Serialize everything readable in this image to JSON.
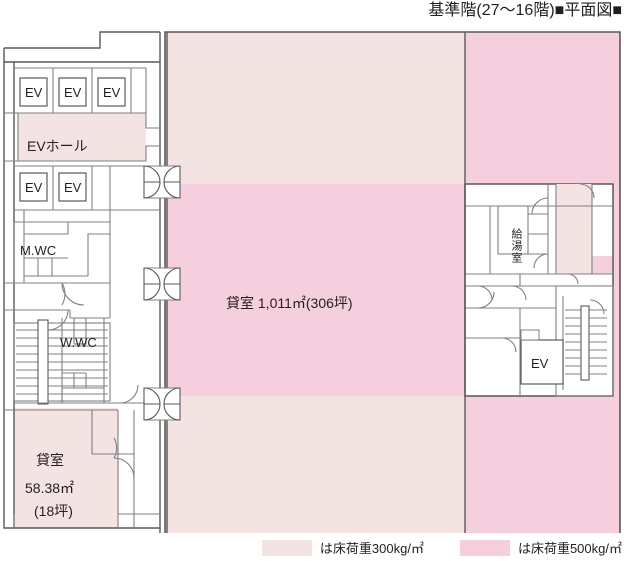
{
  "title": "基準階(27〜16階)■平面図■",
  "plan": {
    "rooms": {
      "ev_hall": "EVホール",
      "mens_wc": "M.WC",
      "womens_wc": "W.WC",
      "pantry": "給湯室",
      "main_room_label": "貸室 1,011㎡(306坪)",
      "sub_room_label": "貸室",
      "sub_room_area": "58.38㎡",
      "sub_room_tsubo": "(18坪)"
    },
    "elevators": {
      "label": "EV",
      "left_bank_top": [
        "EV",
        "EV",
        "EV"
      ],
      "left_bank_bottom": [
        "EV",
        "EV"
      ],
      "right": "EV"
    },
    "colors": {
      "load_300": "#f3e3e2",
      "load_500": "#f6cfde",
      "wall": "#595959",
      "thin_wall": "#808080",
      "text": "#231f20",
      "background": "#ffffff"
    }
  },
  "legend": {
    "items": [
      {
        "swatch": "#f3e3e2",
        "text": "は床荷重300kg/㎡"
      },
      {
        "swatch": "#f6cfde",
        "text": "は床荷重500kg/㎡"
      }
    ],
    "item0_text": "は床荷重300kg/㎡",
    "item1_text": "は床荷重500kg/㎡"
  }
}
